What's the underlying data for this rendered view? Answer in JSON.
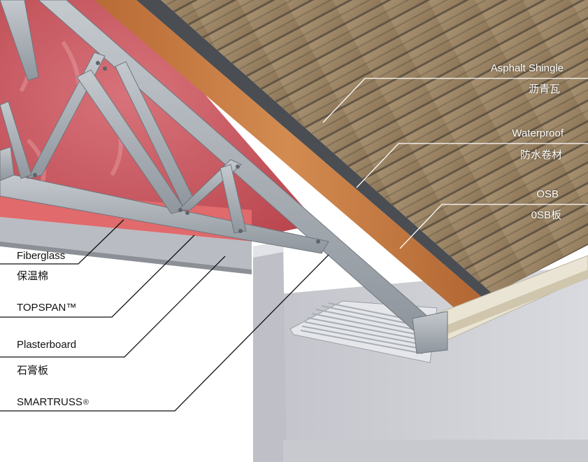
{
  "labels": {
    "asphalt_shingle": {
      "en": "Asphalt Shingle",
      "zh": "沥青瓦"
    },
    "waterproof": {
      "en": "Waterproof",
      "zh": "防水卷材"
    },
    "osb": {
      "en": "OSB",
      "zh": "0SB板"
    },
    "fiberglass": {
      "en": "Fiberglass",
      "zh": "保温棉"
    },
    "topspan": {
      "en": "TOPSPAN",
      "mark": "™"
    },
    "plasterboard": {
      "en": "Plasterboard",
      "zh": "石膏板"
    },
    "smartruss": {
      "en": "SMARTRUSS",
      "mark": "®"
    }
  },
  "colors": {
    "shingle": "#9a8463",
    "osb": "#c57a42",
    "insulation": "#c9545a",
    "steel": "#a6acb2",
    "wall": "#cfd0d6",
    "leader_line": "#111111"
  }
}
